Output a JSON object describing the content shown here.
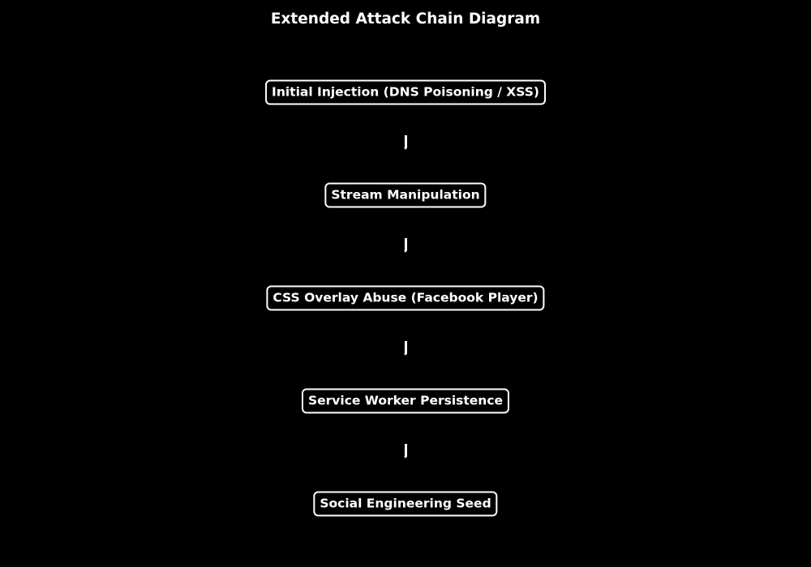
{
  "diagram": {
    "title": "Extended Attack Chain Diagram",
    "nodes": [
      {
        "label": "Initial Injection (DNS Poisoning / XSS)"
      },
      {
        "label": "Stream Manipulation"
      },
      {
        "label": "CSS Overlay Abuse (Facebook Player)"
      },
      {
        "label": "Service Worker Persistence"
      },
      {
        "label": "Social Engineering Seed"
      }
    ],
    "edges": [
      {
        "from": 0,
        "to": 1
      },
      {
        "from": 1,
        "to": 2
      },
      {
        "from": 2,
        "to": 3
      },
      {
        "from": 3,
        "to": 4
      }
    ],
    "colors": {
      "background": "#000000",
      "foreground": "#ffffff"
    }
  }
}
